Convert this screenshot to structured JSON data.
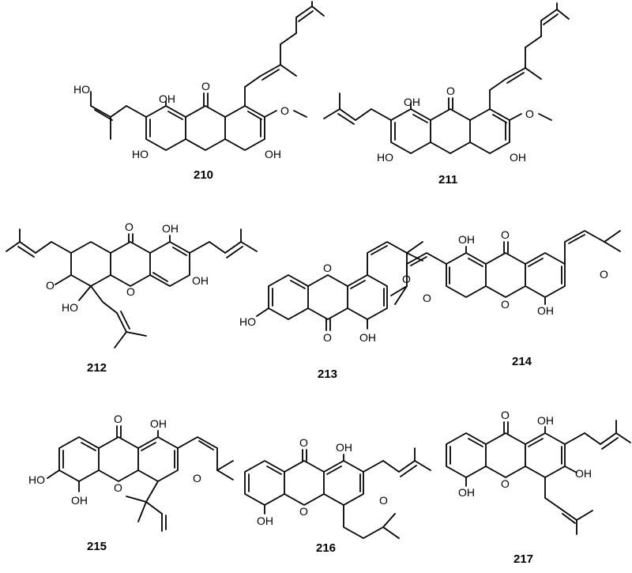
{
  "compounds": [
    {
      "id": "c210",
      "label": "210",
      "atoms": [
        "HO",
        "OH",
        "O",
        "O",
        "HO",
        "OH"
      ]
    },
    {
      "id": "c211",
      "label": "211",
      "atoms": [
        "OH",
        "O",
        "O",
        "HO",
        "OH"
      ]
    },
    {
      "id": "c212",
      "label": "212",
      "atoms": [
        "O",
        "OH",
        "O",
        "HO",
        "O",
        "OH"
      ]
    },
    {
      "id": "c213",
      "label": "213",
      "atoms": [
        "O",
        "O",
        "HO",
        "O",
        "OH"
      ]
    },
    {
      "id": "c214",
      "label": "214",
      "atoms": [
        "OH",
        "O",
        "O",
        "O",
        "O",
        "OH"
      ]
    },
    {
      "id": "c215",
      "label": "215",
      "atoms": [
        "O",
        "OH",
        "HO",
        "O",
        "O",
        "OH"
      ]
    },
    {
      "id": "c216",
      "label": "216",
      "atoms": [
        "O",
        "OH",
        "O",
        "OH",
        "O"
      ]
    },
    {
      "id": "c217",
      "label": "217",
      "atoms": [
        "O",
        "OH",
        "O",
        "OH",
        "OH"
      ]
    }
  ]
}
